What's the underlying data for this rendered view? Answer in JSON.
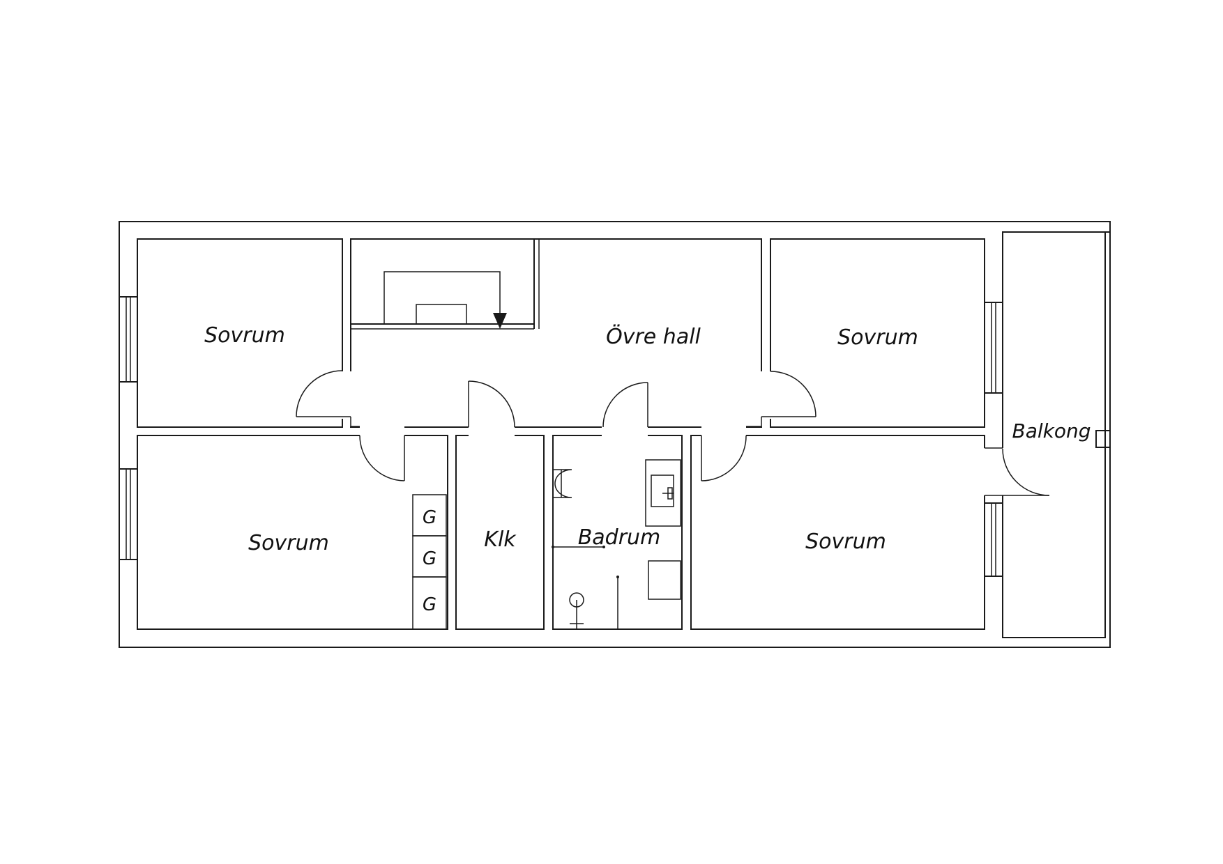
{
  "rooms": {
    "bedroom_top_left": "Sovrum",
    "upper_hall": "Övre hall",
    "bedroom_top_right": "Sovrum",
    "bedroom_bottom_left": "Sovrum",
    "closet": "Klk",
    "bathroom": "Badrum",
    "bedroom_bottom_right": "Sovrum",
    "balcony": "Balkong"
  },
  "wardrobes": [
    "G",
    "G",
    "G"
  ],
  "colors": {
    "line": "#1a1a1a",
    "background": "#ffffff"
  }
}
